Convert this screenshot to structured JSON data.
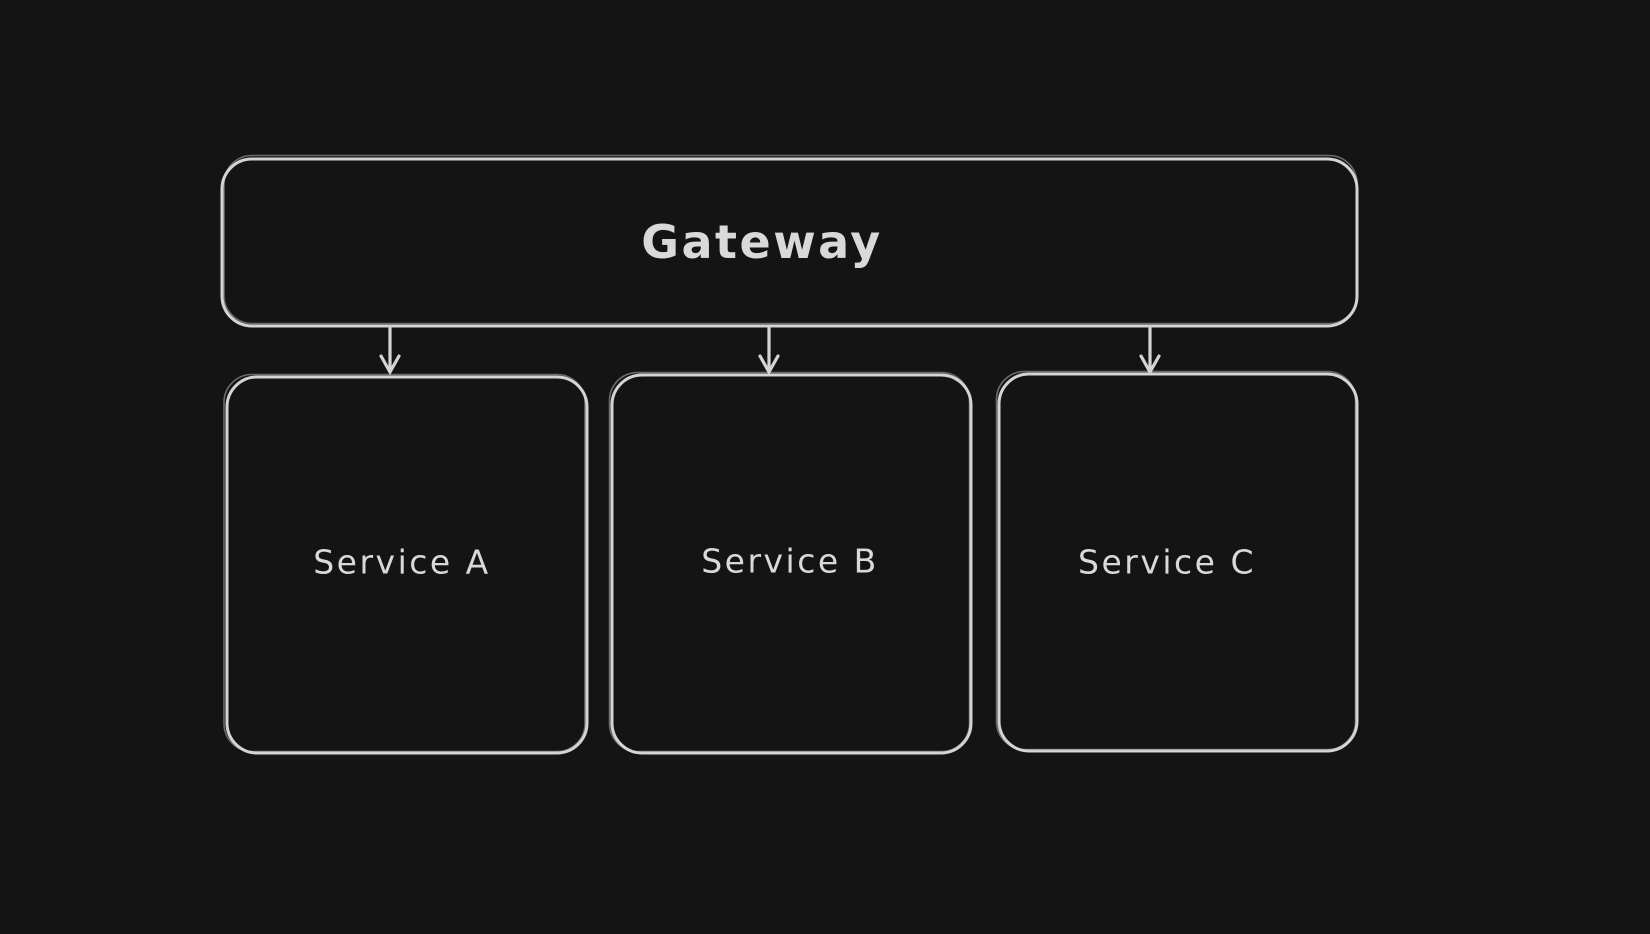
{
  "canvas": {
    "background": "#141414",
    "stroke_color": "#d4d4d4",
    "text_color": "#d9d9d9"
  },
  "nodes": {
    "gateway": {
      "label": "Gateway"
    },
    "service_a": {
      "label": "Service A"
    },
    "service_b": {
      "label": "Service B"
    },
    "service_c": {
      "label": "Service C"
    }
  },
  "edges": [
    {
      "from": "Gateway",
      "to": "Service A"
    },
    {
      "from": "Gateway",
      "to": "Service B"
    },
    {
      "from": "Gateway",
      "to": "Service C"
    }
  ]
}
